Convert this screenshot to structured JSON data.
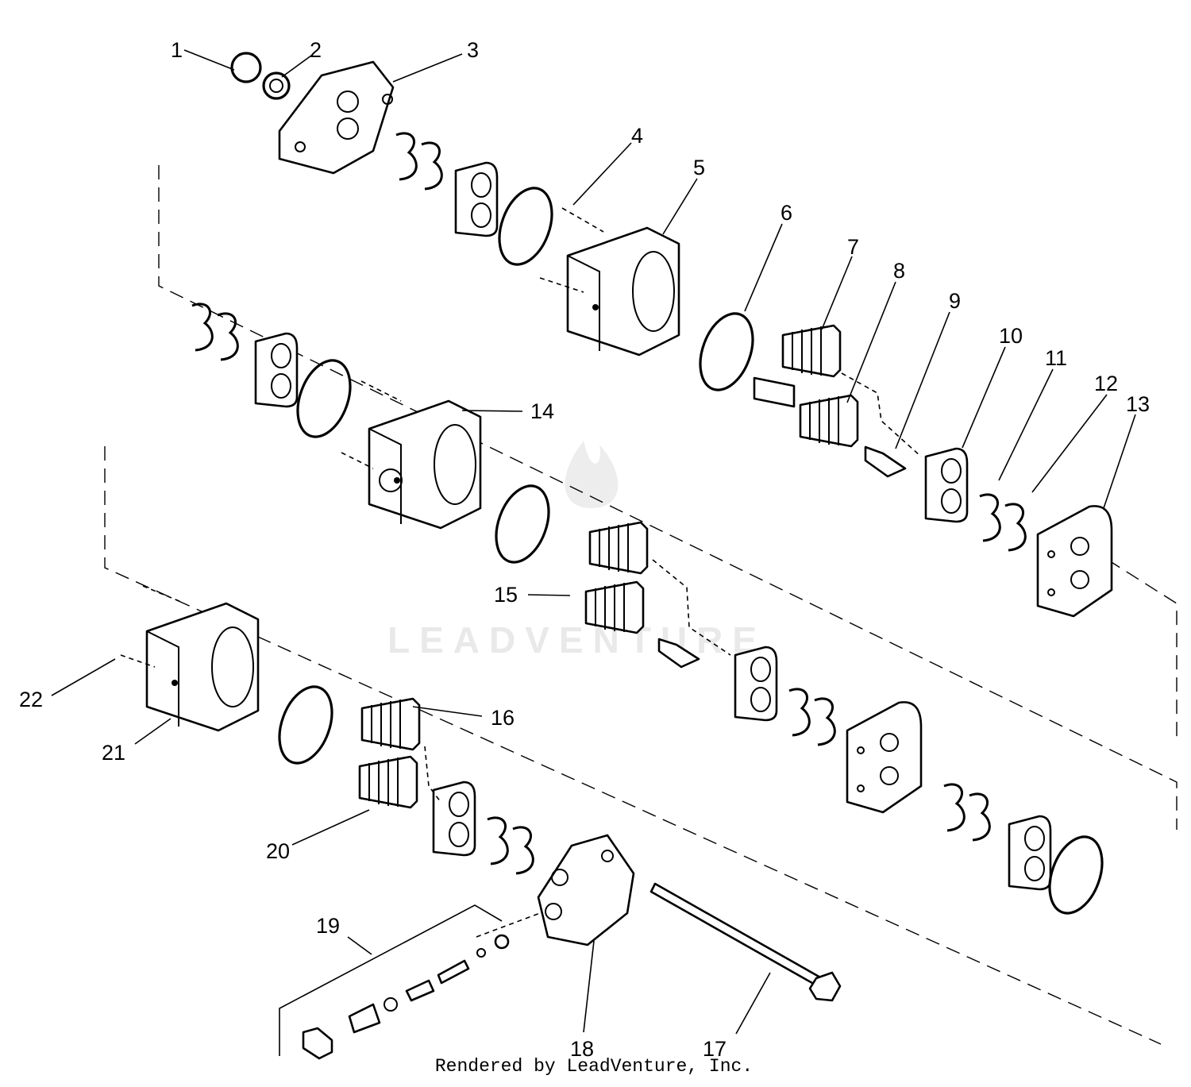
{
  "watermark": "LEADVENTURE",
  "footer": "Rendered by LeadVenture, Inc.",
  "callouts": [
    "1",
    "2",
    "3",
    "4",
    "5",
    "6",
    "7",
    "8",
    "9",
    "10",
    "11",
    "12",
    "13",
    "14",
    "15",
    "16",
    "17",
    "18",
    "19",
    "20",
    "21",
    "22"
  ]
}
